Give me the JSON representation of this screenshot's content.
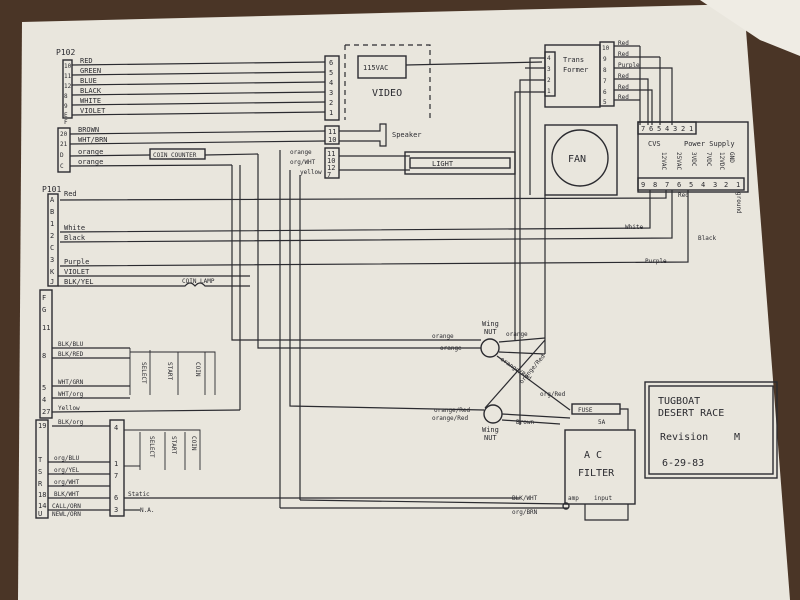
{
  "colors": {
    "paper": "#e9e6dd",
    "ink": "#2b2b30",
    "table": "#4a3526"
  },
  "connectors": {
    "p102": "P102",
    "p101": "P101"
  },
  "p102": {
    "pins": [
      "10",
      "11",
      "12",
      "8",
      "9",
      "E",
      "F",
      "20",
      "21",
      "D",
      "C"
    ],
    "wires": [
      "RED",
      "GREEN",
      "BLUE",
      "BLACK",
      "WHITE",
      "VIOLET",
      "BROWN",
      "WHT/BRN",
      "orange",
      "orange"
    ]
  },
  "p101": {
    "pins": [
      "A",
      "B",
      "1",
      "2",
      "C",
      "3",
      "K",
      "J",
      "F",
      "G",
      "11",
      "8",
      "5",
      "4",
      "27",
      "19",
      "T",
      "S",
      "R",
      "18",
      "14",
      "U"
    ],
    "wires": [
      "Red",
      "White",
      "Black",
      "Purple",
      "VIOLET",
      "BLK/YEL",
      "BLK/BLU",
      "BLK/RED",
      "WHT/GRN",
      "WHT/org",
      "Yellow",
      "BLK/org",
      "org/BLU",
      "org/YEL",
      "org/WHT",
      "BLK/WHT",
      "CALL/ORN"
    ],
    "extra": "NEWL/ORN"
  },
  "video": {
    "label": "VIDEO",
    "supply": "115VAC",
    "pins": [
      "6",
      "5",
      "4",
      "3",
      "2",
      "1"
    ]
  },
  "speaker": {
    "label": "Speaker"
  },
  "light": {
    "label": "LIGHT",
    "pins": [
      "11",
      "10",
      "12",
      "7"
    ],
    "wires": [
      "orange",
      "org/WHT",
      "yellow"
    ]
  },
  "coin_counter": {
    "label": "COIN COUNTER"
  },
  "coin_lamp": {
    "label": "COIN LAMP"
  },
  "transformer": {
    "label1": "Trans",
    "label2": "Former",
    "left_pins": [
      "4",
      "3",
      "2",
      "1"
    ],
    "right_pins": [
      "10",
      "9",
      "8",
      "7",
      "6",
      "5"
    ],
    "right_wires": [
      "Red",
      "Red",
      "Purple",
      "Red",
      "Red",
      "Red"
    ]
  },
  "fan": {
    "label": "FAN"
  },
  "power_supply": {
    "label": "CVS",
    "label2": "Power Supply",
    "top_pins": [
      "7",
      "6",
      "5",
      "4",
      "3",
      "2",
      "1"
    ],
    "bottom_pins": [
      "9",
      "8",
      "7",
      "6",
      "5",
      "4",
      "3",
      "2",
      "1"
    ],
    "inner": [
      "12VAC",
      "25VAC",
      "3VDC",
      "7VDC",
      "12VDC",
      "GND"
    ],
    "side": "Red",
    "right_note": "ground"
  },
  "right_labels": {
    "white": "White",
    "black": "Black",
    "purple": "Purple",
    "red": "Red"
  },
  "wing_nut": {
    "label": "Wing Nut",
    "label2": "Wing",
    "label3": "NUT",
    "wires": [
      "orange",
      "orange",
      "orange/Red",
      "orange",
      "orange/Red",
      "Brown",
      "orange/Red",
      "orange/Red",
      "org/Red",
      "Brown"
    ]
  },
  "switches": {
    "left_group": [
      "SELECT",
      "START",
      "COIN"
    ],
    "right_group": [
      "SELECT",
      "START",
      "COIN"
    ],
    "right_pins": [
      "4",
      "1",
      "7",
      "6",
      "3"
    ]
  },
  "fuse": {
    "label": "FUSE",
    "value": "5A"
  },
  "ac_filter": {
    "label1": "A C",
    "label2": "FILTER",
    "inputs": [
      "amp",
      "input"
    ],
    "wires": [
      "BLK/WHT",
      "org/BRN"
    ]
  },
  "static": {
    "label": "Static",
    "na": "N.A."
  },
  "title_block": {
    "line1": "TUGBOAT",
    "line2": "DESERT RACE",
    "revision_label": "Revision",
    "revision": "M",
    "date": "6-29-83"
  }
}
